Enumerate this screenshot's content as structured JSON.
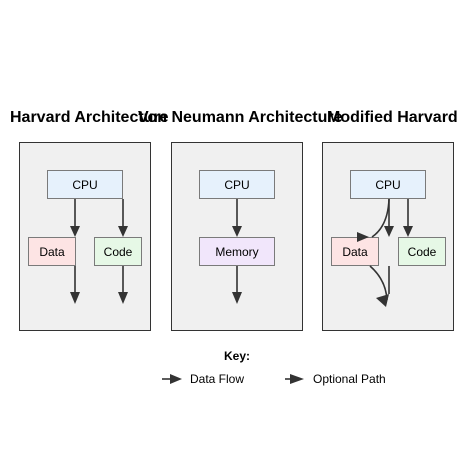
{
  "titles": {
    "harvard": "Harvard Architecture",
    "von_neumann": "Von Neumann Architecture",
    "modified_harvard": "Modified Harvard"
  },
  "harvard": {
    "cpu": "CPU",
    "data": "Data",
    "code": "Code"
  },
  "von_neumann": {
    "cpu": "CPU",
    "memory": "Memory"
  },
  "modified_harvard": {
    "cpu": "CPU",
    "data": "Data",
    "code": "Code"
  },
  "key": {
    "title": "Key:",
    "data_flow": "Data Flow",
    "optional_path": "Optional Path"
  },
  "colors": {
    "cpu": "#e6f1fc",
    "data": "#fde4e4",
    "code": "#e6f8e6",
    "memory": "#f1e6fb",
    "panel": "#f0f0f0",
    "arrow": "#333333"
  }
}
